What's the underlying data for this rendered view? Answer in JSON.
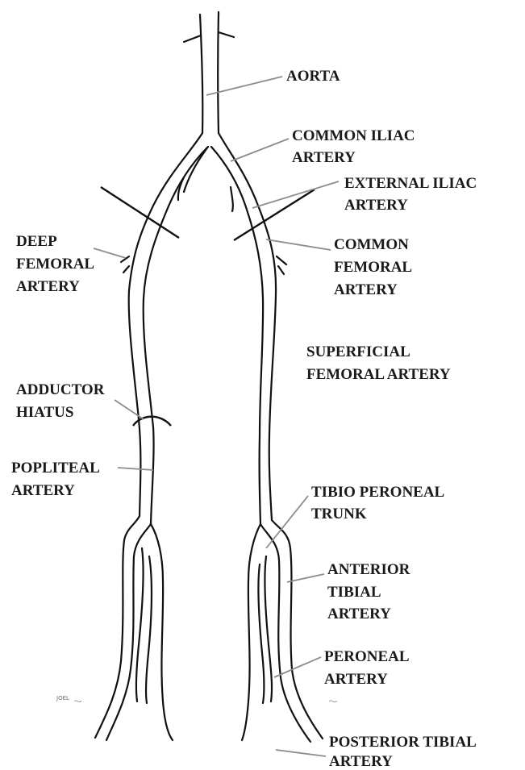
{
  "labels": {
    "aorta": "AORTA",
    "common_iliac": [
      "COMMON ILIAC",
      "ARTERY"
    ],
    "external_iliac": [
      "EXTERNAL ILIAC",
      "ARTERY"
    ],
    "deep_femoral": [
      "DEEP",
      "FEMORAL",
      "ARTERY"
    ],
    "common_femoral": [
      "COMMON",
      "FEMORAL",
      "ARTERY"
    ],
    "superficial_femoral": [
      "SUPERFICIAL",
      "FEMORAL ARTERY"
    ],
    "adductor_hiatus": [
      "ADDUCTOR",
      "HIATUS"
    ],
    "popliteal": [
      "POPLITEAL",
      "ARTERY"
    ],
    "tibio_peroneal": [
      "TIBIO PERONEAL",
      "TRUNK"
    ],
    "anterior_tibial": [
      "ANTERIOR",
      "TIBIAL",
      "ARTERY"
    ],
    "peroneal": [
      "PERONEAL",
      "ARTERY"
    ],
    "posterior_tibial": [
      "POSTERIOR TIBIAL",
      "ARTERY"
    ]
  },
  "signature": "JOEL"
}
